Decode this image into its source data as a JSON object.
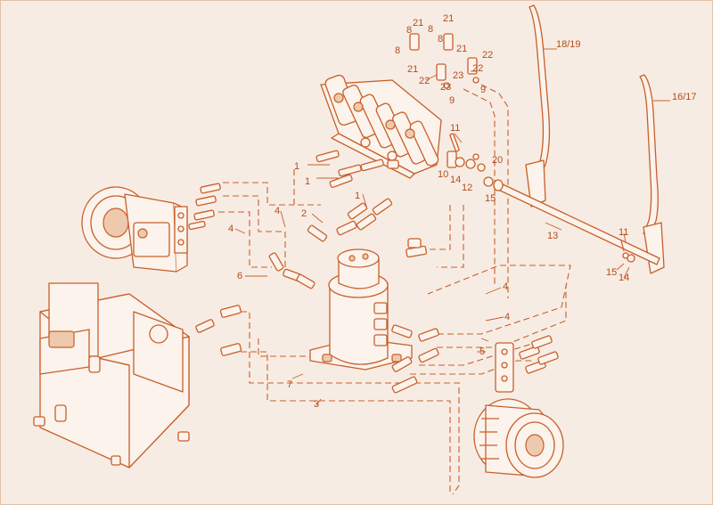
{
  "callouts": {
    "c_8a": "8",
    "c_8b": "8",
    "c_8c": "8",
    "c_21a": "21",
    "c_21b": "21",
    "c_21c": "21",
    "c_21d": "21",
    "c_22a": "22",
    "c_22b": "22",
    "c_23a": "23",
    "c_23b": "23",
    "c_9a": "9",
    "c_9b": "9",
    "c_18_19": "18/19",
    "c_16_17": "16/17",
    "c_11a": "11",
    "c_11b": "11",
    "c_10": "10",
    "c_14a": "14",
    "c_14b": "14",
    "c_12": "12",
    "c_20": "20",
    "c_15a": "15",
    "c_15b": "15",
    "c_13": "13",
    "c_1a": "1",
    "c_1b": "1",
    "c_1c": "1",
    "c_2": "2",
    "c_3": "3",
    "c_4a": "4",
    "c_4b": "4",
    "c_4c": "4",
    "c_4d": "4",
    "c_5": "5",
    "c_6": "6",
    "c_7": "7"
  },
  "colors": {
    "background": "#f7ece3",
    "linework": "#c85f2a",
    "fill_light": "#fbf3ec",
    "fill_shade": "#eec9ad"
  }
}
